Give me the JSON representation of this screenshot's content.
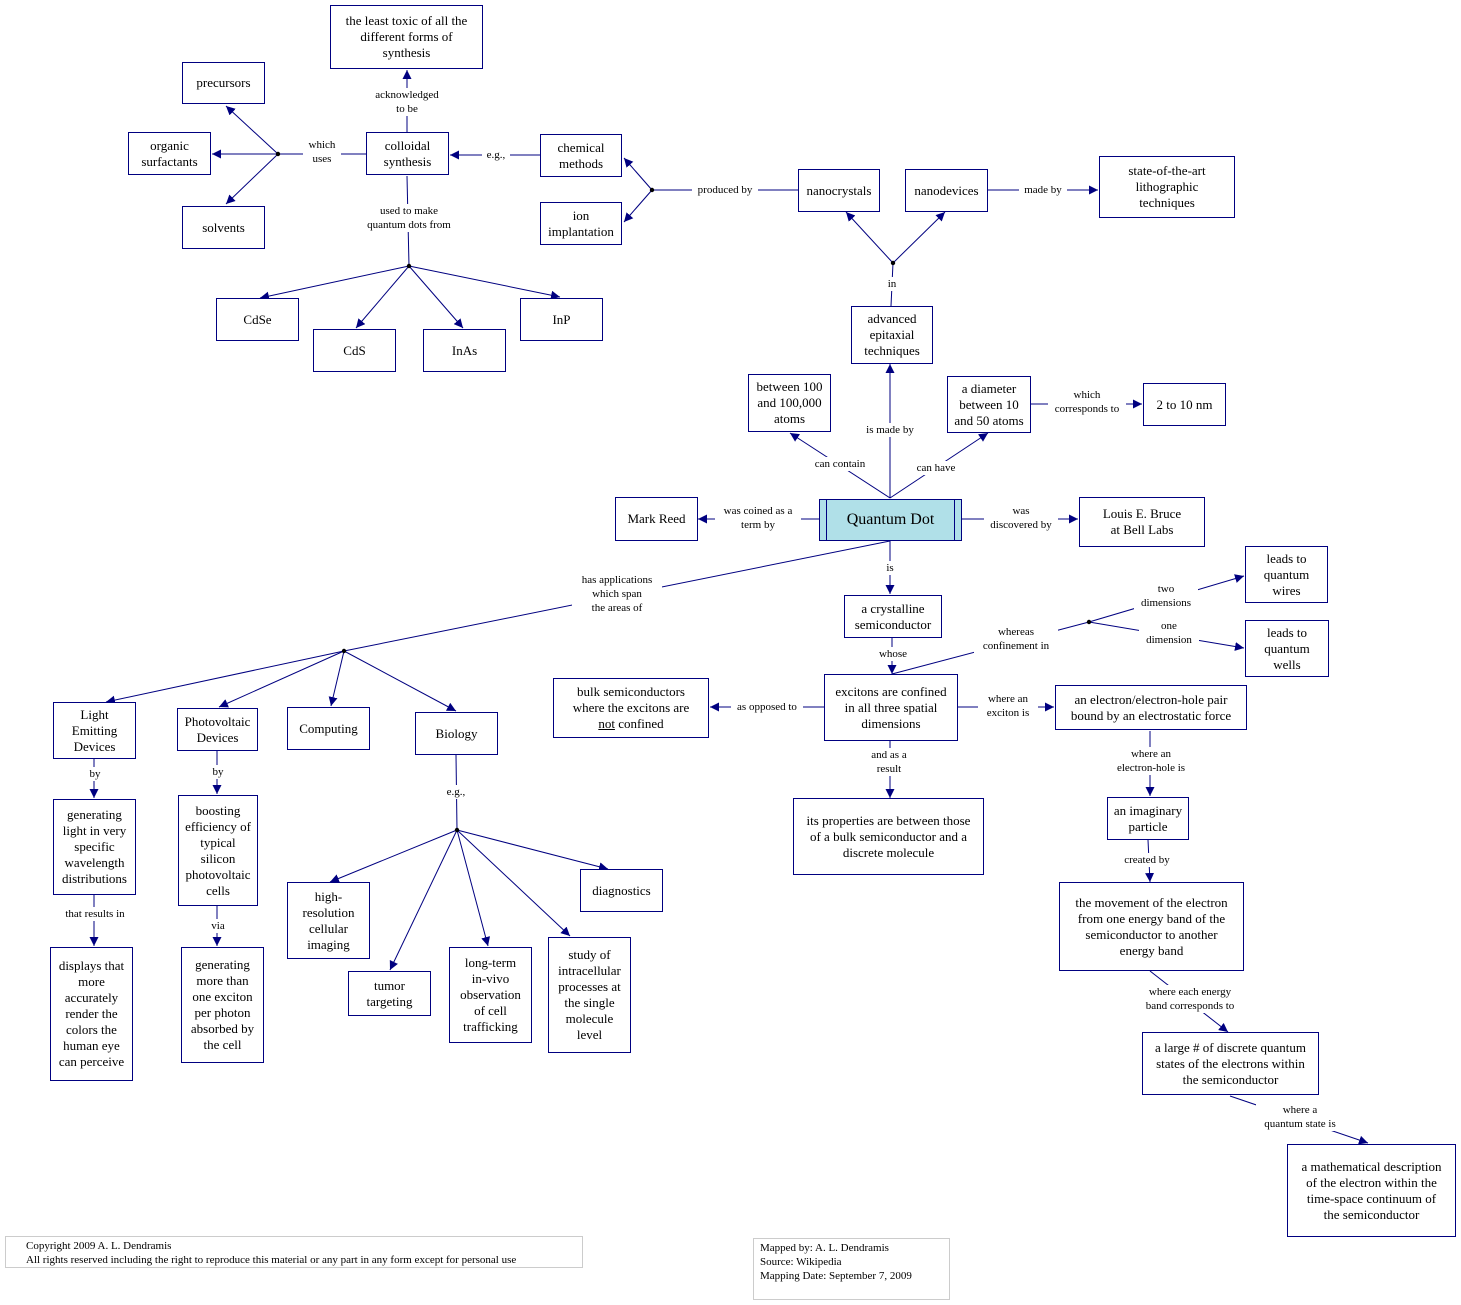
{
  "nodes": {
    "quantum_dot": "Quantum Dot",
    "least_toxic": "the least toxic of all the\ndifferent forms of\nsynthesis",
    "precursors": "precursors",
    "organic_surfactants": "organic\nsurfactants",
    "solvents": "solvents",
    "colloidal_synthesis": "colloidal\nsynthesis",
    "chemical_methods": "chemical\nmethods",
    "ion_implantation": "ion\nimplantation",
    "nanocrystals": "nanocrystals",
    "nanodevices": "nanodevices",
    "lithographic": "state-of-the-art\nlithographic\ntechniques",
    "cdse": "CdSe",
    "cds": "CdS",
    "inas": "InAs",
    "inp": "InP",
    "epitaxial": "advanced\nepitaxial\ntechniques",
    "atoms_count": "between 100\nand 100,000\natoms",
    "diameter": "a diameter\nbetween 10\nand 50 atoms",
    "size_nm": "2 to 10 nm",
    "mark_reed": "Mark Reed",
    "louis_bruce": "Louis E. Bruce\nat Bell Labs",
    "crystalline": "a crystalline\nsemiconductor",
    "quantum_wires": "leads to\nquantum\nwires",
    "quantum_wells": "leads to\nquantum\nwells",
    "bulk_pre": "bulk semiconductors\nwhere the excitons are\n",
    "bulk_not": "not",
    "bulk_post": " confined",
    "excitons_confined": "excitons are confined\nin all three spatial\ndimensions",
    "electron_pair": "an electron/electron-hole pair\nbound by an electrostatic force",
    "properties": "its properties are between those\nof a bulk semiconductor and a\ndiscrete molecule",
    "imaginary_particle": "an imaginary\nparticle",
    "electron_movement": "the movement of the electron\nfrom one energy band of the\nsemiconductor to another\nenergy band",
    "discrete_states": "a large # of discrete quantum\nstates of the electrons within\nthe semiconductor",
    "math_description": "a mathematical description\nof the electron within the\ntime-space continuum of\nthe semiconductor",
    "led": "Light\nEmitting\nDevices",
    "photovoltaic": "Photovoltaic\nDevices",
    "computing": "Computing",
    "biology": "Biology",
    "generating_light": "generating\nlight in very\nspecific\nwavelength\ndistributions",
    "displays": "displays that\nmore\naccurately\nrender the\ncolors the\nhuman eye\ncan perceive",
    "boosting": "boosting\nefficiency of\ntypical\nsilicon\nphotovoltaic\ncells",
    "generating_exciton": "generating\nmore than\none exciton\nper photon\nabsorbed by\nthe cell",
    "imaging": "high-\nresolution\ncellular\nimaging",
    "tumor": "tumor\ntargeting",
    "longterm": "long-term\nin-vivo\nobservation\nof cell\ntrafficking",
    "intracellular": "study of\nintracellular\nprocesses at\nthe single\nmolecule\nlevel",
    "diagnostics": "diagnostics"
  },
  "links": {
    "acknowledged": "acknowledged\nto be",
    "which_uses": "which\nuses",
    "eg_colloidal": "e.g.,",
    "used_to_make": "used to make\nquantum dots from",
    "produced_by": "produced by",
    "made_by": "made by",
    "in": "in",
    "is_made_by": "is made by",
    "can_contain": "can contain",
    "can_have": "can have",
    "which_corresponds": "which\ncorresponds to",
    "was_coined": "was coined as a\nterm by",
    "was_discovered": "was\ndiscovered by",
    "has_applications": "has applications\nwhich span\nthe areas of",
    "is": "is",
    "whose": "whose",
    "whereas": "whereas\nconfinement in",
    "two_dimensions": "two\ndimensions",
    "one_dimension": "one\ndimension",
    "as_opposed": "as opposed to",
    "where_exciton": "where an\nexciton is",
    "and_as_result": "and as a\nresult",
    "where_electron_hole": "where an\nelectron-hole is",
    "created_by": "created by",
    "where_energy_band": "where each energy\nband corresponds to",
    "where_quantum_state": "where a\nquantum state is",
    "by_led": "by",
    "by_pv": "by",
    "that_results": "that results in",
    "via": "via",
    "eg_biology": "e.g.,"
  },
  "footer": {
    "copyright": "Copyright 2009  A. L. Dendramis\nAll rights reserved including the right to reproduce this material or any part in any form except for personal use",
    "mapped": "Mapped by:  A. L. Dendramis\nSource:  Wikipedia\nMapping Date:  September 7, 2009"
  },
  "colors": {
    "line": "#000080",
    "main_fill": "#b0e0e8"
  }
}
